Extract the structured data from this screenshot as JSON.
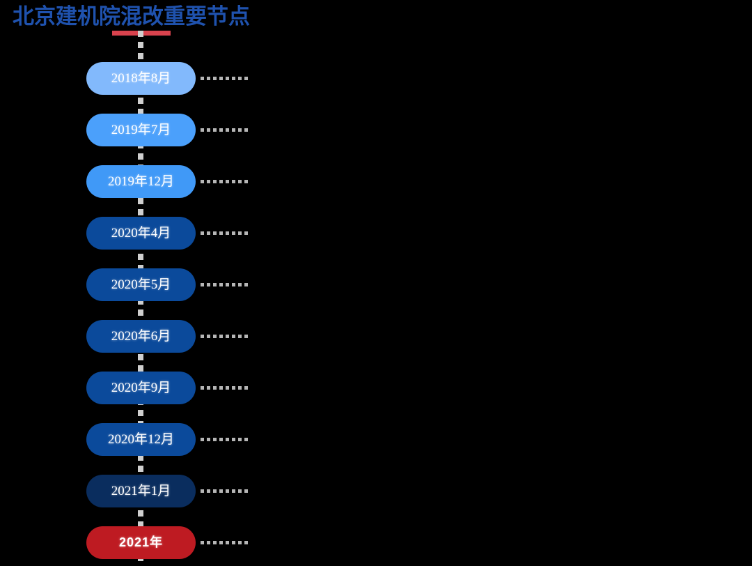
{
  "title": {
    "text": "北京建机院混改重要节点",
    "color": "#1F52AE",
    "underline_color": "#D9434E"
  },
  "theme": {
    "background": "#000000",
    "spine_color": "#CFCFCF",
    "connector_color": "#B6B6B6",
    "label_color": "#FFFFFF"
  },
  "timeline": {
    "items": [
      {
        "label": "2018年8月",
        "color": "#82B9FC"
      },
      {
        "label": "2019年7月",
        "color": "#4BA0FB"
      },
      {
        "label": "2019年12月",
        "color": "#4099F7"
      },
      {
        "label": "2020年4月",
        "color": "#0B4A9B"
      },
      {
        "label": "2020年5月",
        "color": "#0B4A9B"
      },
      {
        "label": "2020年6月",
        "color": "#0B4A9B"
      },
      {
        "label": "2020年9月",
        "color": "#0B4A9B"
      },
      {
        "label": "2020年12月",
        "color": "#0B4A9B"
      },
      {
        "label": "2021年1月",
        "color": "#0A2D5E"
      },
      {
        "label": "2021年",
        "color": "#BE1B22"
      }
    ]
  }
}
